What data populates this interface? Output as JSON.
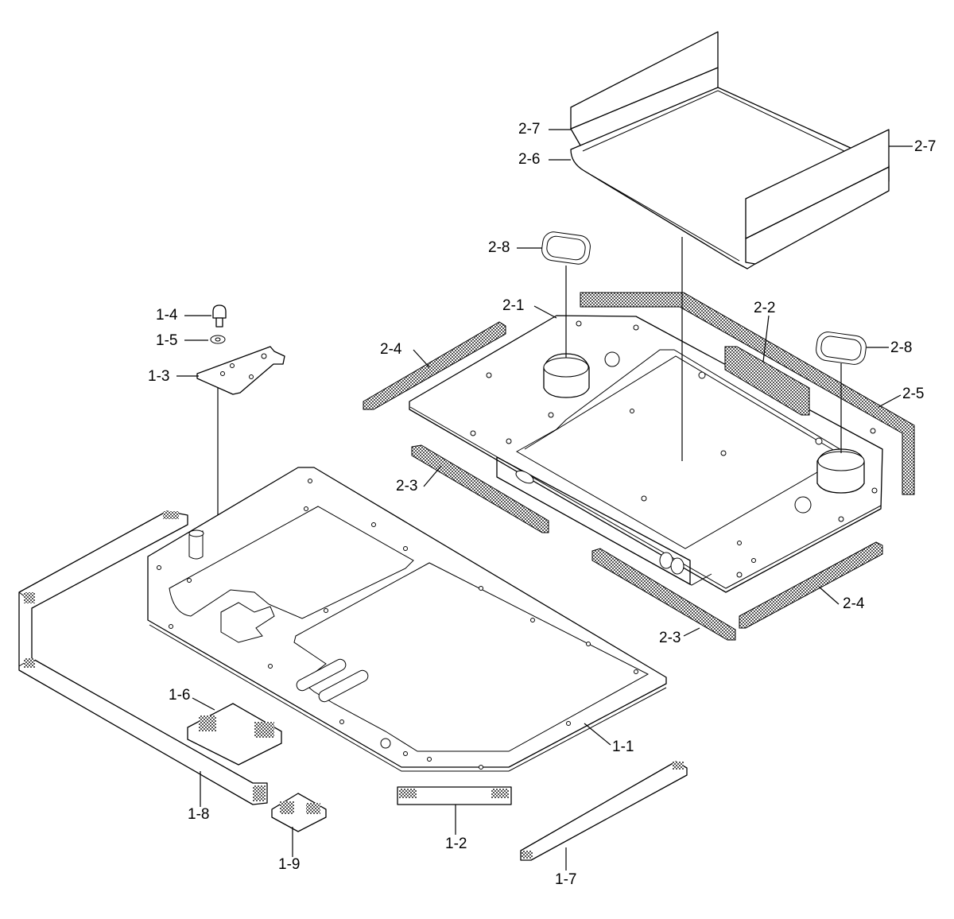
{
  "labels": {
    "l_2_7a": "2-7",
    "l_2_6": "2-6",
    "l_2_7b": "2-7",
    "l_2_8a": "2-8",
    "l_2_1": "2-1",
    "l_2_2": "2-2",
    "l_2_8b": "2-8",
    "l_2_5": "2-5",
    "l_2_4a": "2-4",
    "l_2_3a": "2-3",
    "l_2_4b": "2-4",
    "l_2_3b": "2-3",
    "l_1_4": "1-4",
    "l_1_5": "1-5",
    "l_1_3": "1-3",
    "l_1_6": "1-6",
    "l_1_1": "1-1",
    "l_1_8": "1-8",
    "l_1_9": "1-9",
    "l_1_2": "1-2",
    "l_1_7": "1-7"
  },
  "colors": {
    "line": "#000000",
    "background": "#ffffff",
    "seal_fill": "#9a9a9a"
  }
}
